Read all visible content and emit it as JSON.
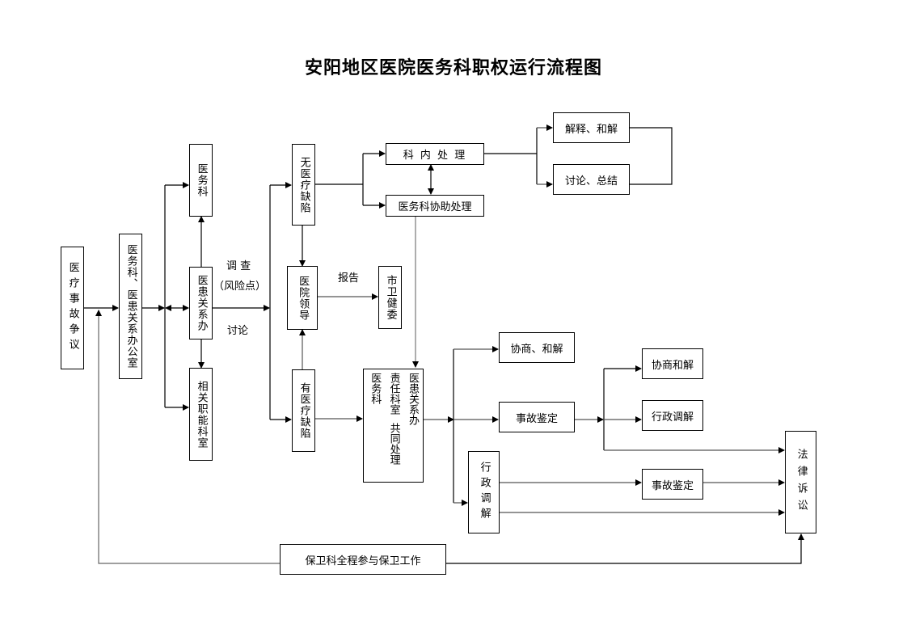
{
  "title": "安阳地区医院医务科职权运行流程图",
  "nodes": {
    "dispute": "医疗事故争议",
    "office": "医务科、医患关系办公室",
    "medical_dept": "医务科",
    "relations_office": "医患关系办",
    "related_depts": "相关职能科室",
    "no_defect": "无医疗缺陷",
    "hospital_leaders": "医院领导",
    "city_health": "市卫健委",
    "has_defect": "有医疗缺陷",
    "internal_handling": "科 内 处 理",
    "assisted_handling": "医务科协助处理",
    "explain_reconcile": "解释、和解",
    "discuss_summary": "讨论、总结",
    "joint_col1": "医患关系办",
    "joint_col2a": "责任科室",
    "joint_col2b": "共同处理",
    "joint_col3": "医务科",
    "negotiate1": "协商、和解",
    "appraisal1": "事故鉴定",
    "admin_mediation_v": "行政调解",
    "negotiate2": "协商和解",
    "admin_mediation2": "行政调解",
    "appraisal2": "事故鉴定",
    "litigation": "法律诉讼",
    "security": "保卫科全程参与保卫工作"
  },
  "edge_labels": {
    "investigate": "调 查",
    "risk_point": "（风险点）",
    "discuss": "讨论",
    "report": "报告"
  }
}
